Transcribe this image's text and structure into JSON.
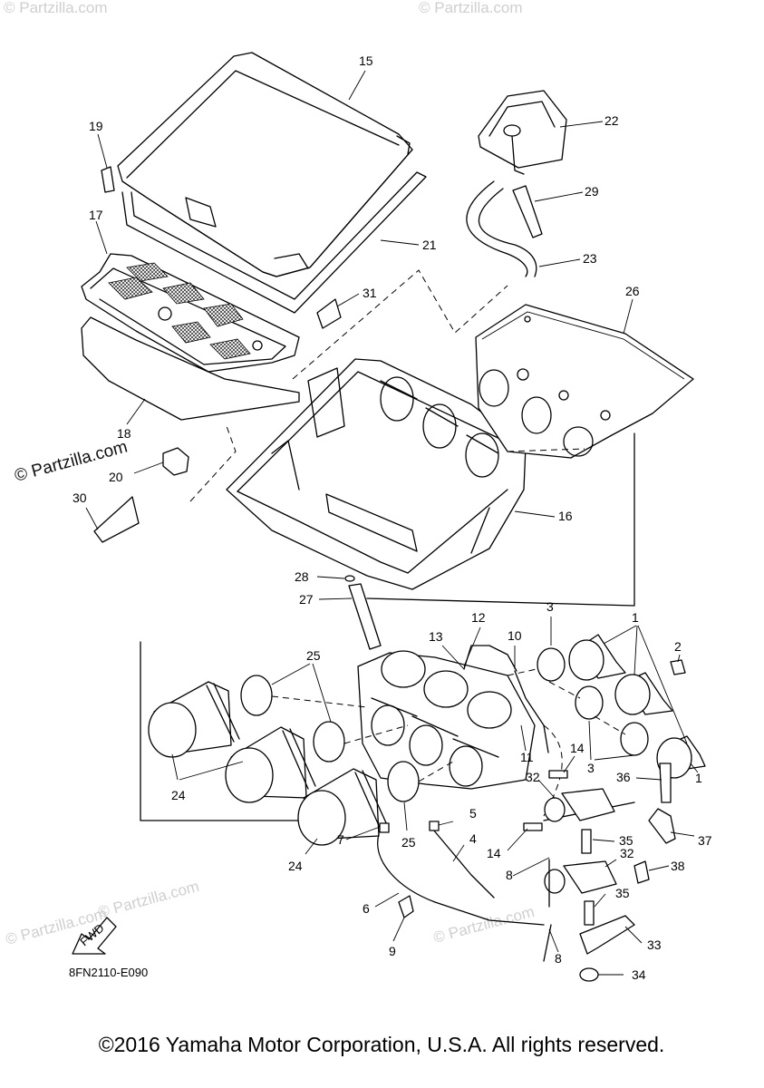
{
  "diagram": {
    "code": "8FN2110-E090",
    "fwd_label": "FWD",
    "watermark_main": "© Partzilla.com",
    "watermark_faint": "© Partzilla.com",
    "copyright": "©2016 Yamaha Motor Corporation, U.S.A. All rights reserved.",
    "callouts": {
      "c1a": "1",
      "c1b": "1",
      "c2": "2",
      "c3a": "3",
      "c3b": "3",
      "c4": "4",
      "c5": "5",
      "c6": "6",
      "c7": "7",
      "c8a": "8",
      "c8b": "8",
      "c9": "9",
      "c10": "10",
      "c11": "11",
      "c12": "12",
      "c13": "13",
      "c14a": "14",
      "c14b": "14",
      "c15": "15",
      "c16": "16",
      "c17": "17",
      "c18": "18",
      "c19": "19",
      "c20": "20",
      "c21": "21",
      "c22": "22",
      "c23": "23",
      "c24a": "24",
      "c24b": "24",
      "c25a": "25",
      "c25b": "25",
      "c26": "26",
      "c27": "27",
      "c28": "28",
      "c29": "29",
      "c30": "30",
      "c31": "31",
      "c32a": "32",
      "c32b": "32",
      "c33": "33",
      "c34": "34",
      "c35a": "35",
      "c35b": "35",
      "c36": "36",
      "c37": "37",
      "c38": "38"
    }
  }
}
